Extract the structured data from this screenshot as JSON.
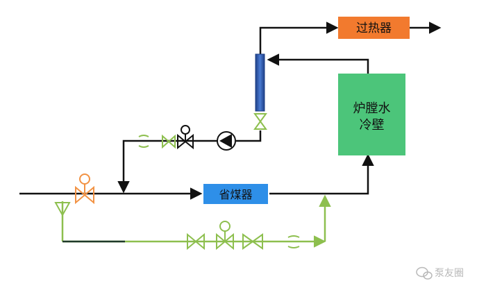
{
  "components": {
    "superheater": {
      "label": "过热器",
      "color": "#F27A2E"
    },
    "waterwall_line1": "炉膛水",
    "waterwall_line2": "冷壁",
    "waterwall_color": "#4CC57A",
    "economizer": {
      "label": "省煤器",
      "color": "#2E8FE8"
    },
    "separator_color": "#2F5FB6"
  },
  "colors": {
    "main_pipe": "#111111",
    "bypass_pipe": "#8DBF4E",
    "control_valve": "#F29243",
    "pump": "#111111"
  },
  "icons": {
    "pump": "centrifugal-pump-icon",
    "valve": "gate-valve-icon",
    "control_valve": "control-valve-icon",
    "orifice": "flow-orifice-icon"
  },
  "watermark": {
    "text": "泵友圈",
    "icon": "wechat-icon"
  }
}
